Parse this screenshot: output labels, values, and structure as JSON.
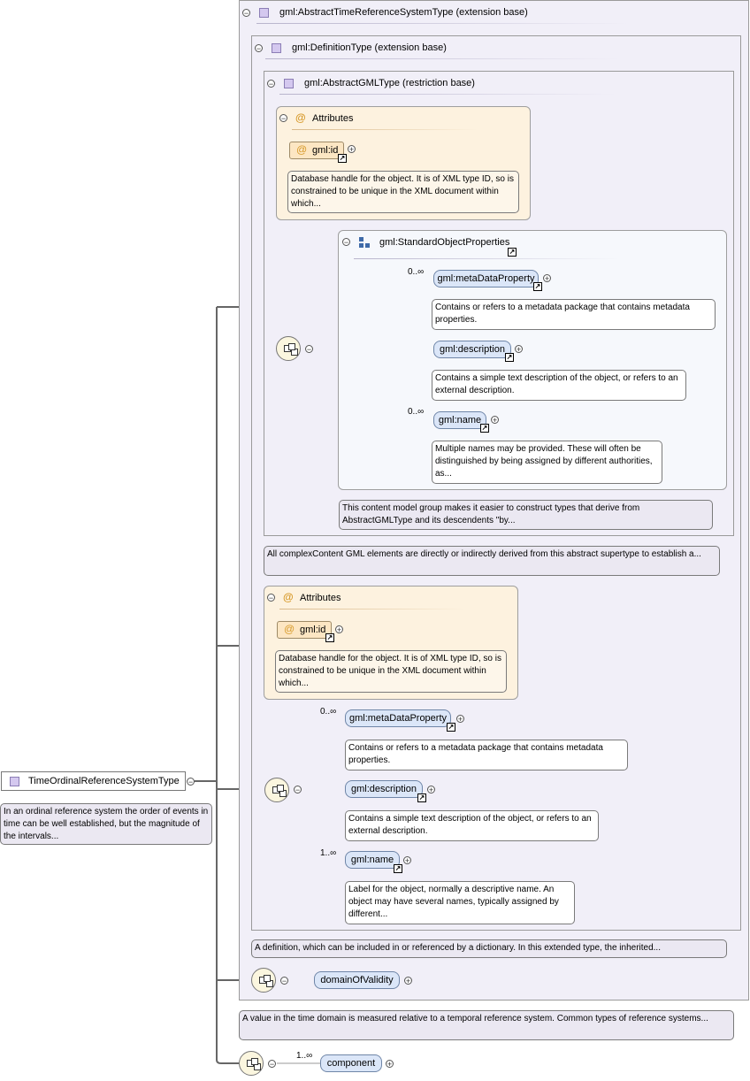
{
  "root": {
    "name": "TimeOrdinalReferenceSystemType",
    "doc": "In an ordinal reference system the order of events in time can be well established, but the magnitude of the intervals..."
  },
  "base_extension": {
    "label": "gml:AbstractTimeReferenceSystemType (extension base)",
    "doc": "A value in the time domain is measured relative to a temporal reference system. Common types of reference systems..."
  },
  "definition_type": {
    "label": "gml:DefinitionType (extension base)",
    "doc": "A definition, which can be included in or referenced by a dictionary. In this extended type, the inherited..."
  },
  "abstract_gml": {
    "label": "gml:AbstractGMLType (restriction base)",
    "doc": "All complexContent GML elements are directly or indirectly derived from this abstract supertype to establish a..."
  },
  "attributes_inner": {
    "title": "Attributes",
    "id_label": "gml:id",
    "id_doc": "Database handle for the object. It is of XML type ID, so is constrained to be unique in the XML document within which..."
  },
  "std_props": {
    "label": "gml:StandardObjectProperties",
    "doc": "This content model group makes it easier to construct types that derive from AbstractGMLType and its descendents \"by...",
    "items": [
      {
        "label": "gml:metaDataProperty",
        "mult": "0..∞",
        "doc": "Contains or refers to a metadata package that contains metadata properties."
      },
      {
        "label": "gml:description",
        "mult": "",
        "doc": "Contains a simple text description of the object, or refers to an external description."
      },
      {
        "label": "gml:name",
        "mult": "0..∞",
        "doc": "Multiple names may be provided. These will often be distinguished by being assigned by different authorities, as..."
      }
    ]
  },
  "attributes_outer": {
    "title": "Attributes",
    "id_label": "gml:id",
    "id_doc": "Database handle for the object. It is of XML type ID, so is constrained to be unique in the XML document within which..."
  },
  "def_seq": {
    "items": [
      {
        "label": "gml:metaDataProperty",
        "mult": "0..∞",
        "doc": "Contains or refers to a metadata package that contains metadata properties."
      },
      {
        "label": "gml:description",
        "mult": "",
        "doc": "Contains a simple text description of the object, or refers to an external description."
      },
      {
        "label": "gml:name",
        "mult": "1..∞",
        "doc": "Label for the object, normally a descriptive name. An object may have several names, typically assigned by different..."
      }
    ]
  },
  "domain": {
    "label": "domainOfValidity"
  },
  "component": {
    "label": "component",
    "mult": "1..∞"
  },
  "icons": {
    "collapse": "⊖",
    "expand": "+",
    "link": "↗",
    "attr": "@"
  },
  "colors": {
    "extension_bg": "#f1eff8",
    "attributes_bg": "#fdf2df",
    "element_bg": "#dbe6f8",
    "compositor_bg": "#fbf6df"
  }
}
